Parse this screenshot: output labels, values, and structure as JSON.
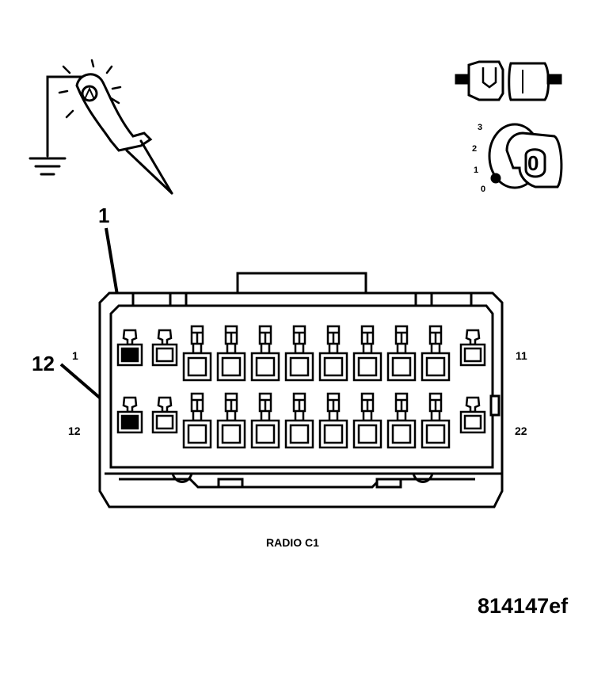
{
  "callouts": {
    "pin1": "1",
    "pin12": "12"
  },
  "pin_labels": {
    "top_left": "1",
    "top_right": "11",
    "bottom_left": "12",
    "bottom_right": "22"
  },
  "ignition": {
    "positions": [
      "3",
      "2",
      "1",
      "0"
    ],
    "key_label": "0"
  },
  "caption": "RADIO C1",
  "figure_id": "814147ef"
}
